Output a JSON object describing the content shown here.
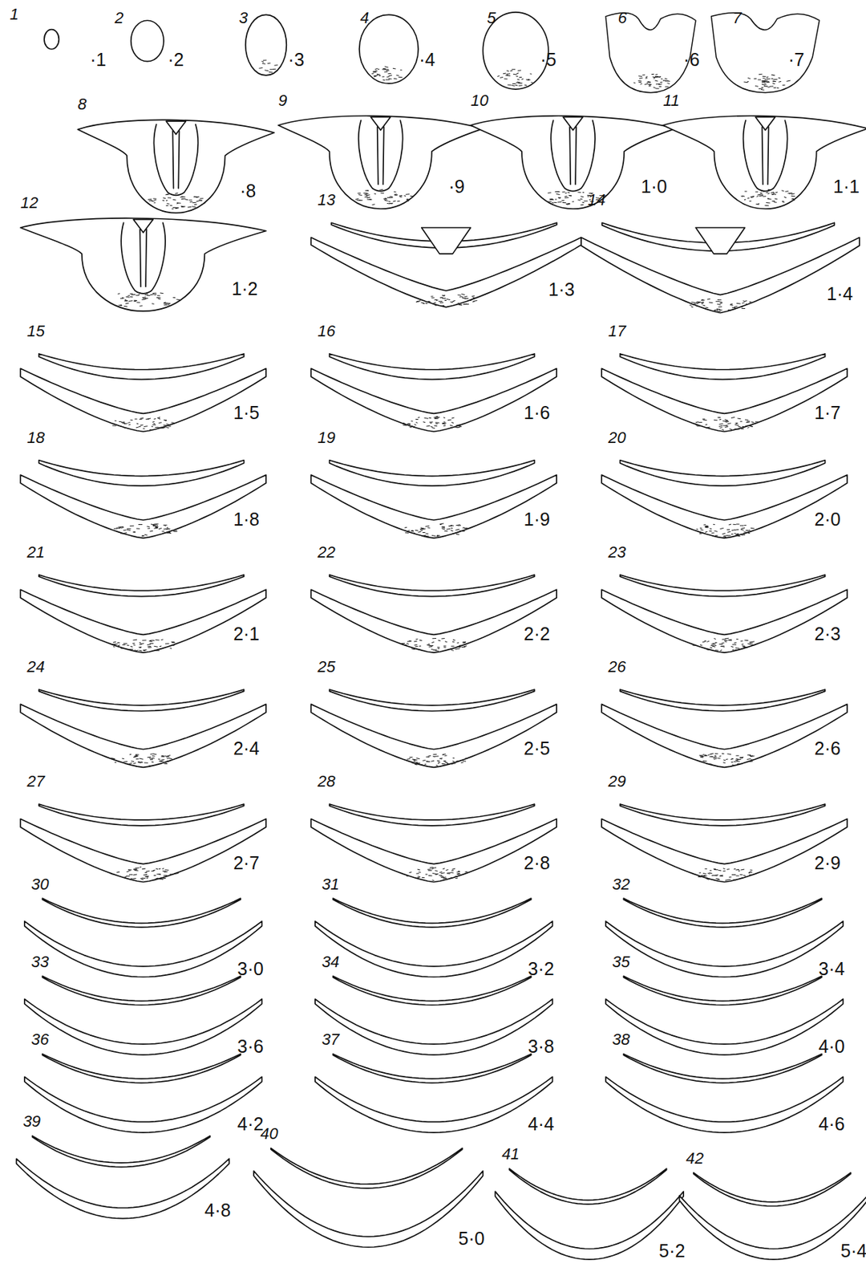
{
  "diagram": {
    "labels": [
      "1",
      "·1",
      "2",
      "·2",
      "3",
      "·3",
      "4",
      "·4",
      "5",
      "·5",
      "6",
      "·6",
      "7",
      "·7",
      "8",
      "·8",
      "9",
      "·9",
      "10",
      "1·0",
      "11",
      "1·1",
      "12",
      "1·2",
      "13",
      "1·3",
      "14",
      "1·4",
      "15",
      "1·5",
      "16",
      "1·6",
      "17",
      "1·7",
      "18",
      "1·8",
      "19",
      "1·9",
      "20",
      "2·0",
      "21",
      "2·1",
      "22",
      "2·2",
      "23",
      "2·3",
      "24",
      "2·4",
      "25",
      "2·5",
      "26",
      "2·6",
      "27",
      "2·7",
      "28",
      "2·8",
      "29",
      "2·9",
      "30",
      "3·0",
      "31",
      "3·2",
      "32",
      "3·4",
      "33",
      "3·6",
      "34",
      "3·8",
      "35",
      "4·0",
      "36",
      "4·2",
      "37",
      "4·4",
      "38",
      "4·6",
      "39",
      "4·8",
      "40",
      "5·0",
      "41",
      "5·2",
      "42",
      "5·4"
    ]
  }
}
